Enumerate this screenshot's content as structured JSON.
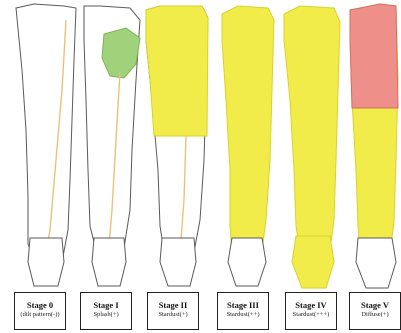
{
  "colors": {
    "outline": "#5a5a5a",
    "skin": "#ffffff",
    "yellow": "#f2ec4a",
    "yellow_dark": "#d8d22a",
    "green": "#9fd27a",
    "red": "#ef8f8a",
    "vessel": "#e9c27a"
  },
  "stages": [
    {
      "title": "Stage 0",
      "subtitle": "(dilt pattern(-))"
    },
    {
      "title": "Stage I",
      "subtitle": "Splash(+)"
    },
    {
      "title": "Stage II",
      "subtitle": "Stardust(+)"
    },
    {
      "title": "Stage III",
      "subtitle": "Stardust(++)"
    },
    {
      "title": "Stage IV",
      "subtitle": "Stardust(+++)"
    },
    {
      "title": "Stage V",
      "subtitle": "Diffuse(+)"
    }
  ]
}
